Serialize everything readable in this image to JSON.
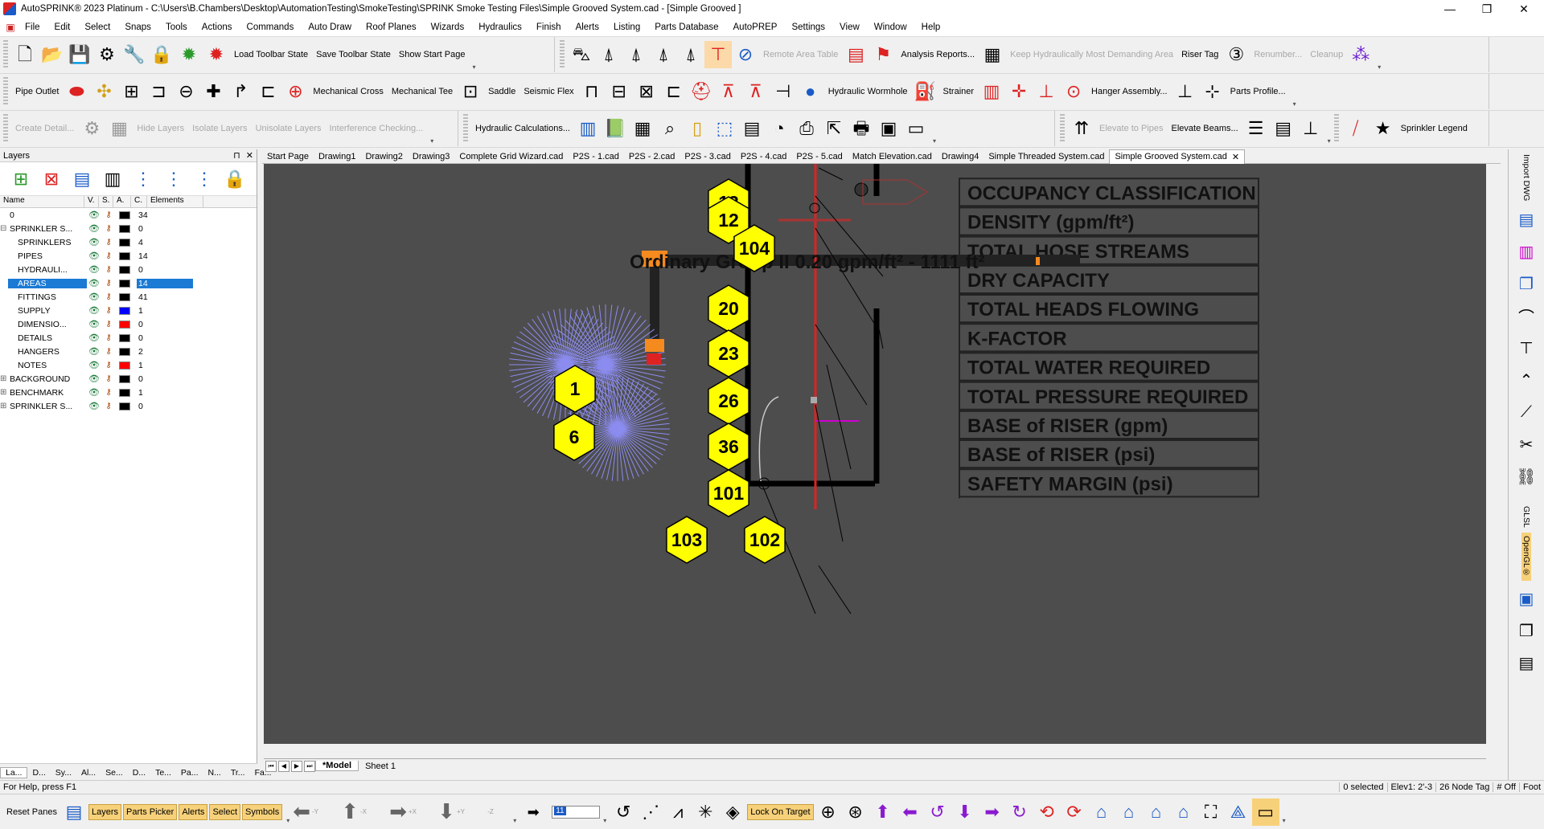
{
  "window": {
    "title": "AutoSPRINK® 2023 Platinum - C:\\Users\\B.Chambers\\Desktop\\AutomationTesting\\SmokeTesting\\SPRINK Smoke Testing Files\\Simple Grooved System.cad - [Simple Grooved ]",
    "minimize": "—",
    "maximize": "❐",
    "close": "✕"
  },
  "menu": [
    "File",
    "Edit",
    "Select",
    "Snaps",
    "Tools",
    "Actions",
    "Commands",
    "Auto Draw",
    "Roof Planes",
    "Wizards",
    "Hydraulics",
    "Finish",
    "Alerts",
    "Listing",
    "Parts Database",
    "AutoPREP",
    "Settings",
    "View",
    "Window",
    "Help"
  ],
  "toolbar1": {
    "load_state": "Load Toolbar State",
    "save_state": "Save Toolbar State",
    "show_start": "Show Start Page",
    "remote_area_table": "Remote Area Table",
    "analysis_reports": "Analysis Reports...",
    "keep_hydraulically": "Keep Hydraulically Most Demanding Area",
    "riser_tag": "Riser Tag",
    "renumber": "Renumber...",
    "cleanup": "Cleanup"
  },
  "toolbar2": {
    "pipe_outlet": "Pipe Outlet",
    "mechanical_cross": "Mechanical Cross",
    "mechanical_tee": "Mechanical Tee",
    "saddle": "Saddle",
    "seismic_flex": "Seismic Flex",
    "hydraulic_wormhole": "Hydraulic Wormhole",
    "strainer": "Strainer",
    "hanger_assembly": "Hanger Assembly...",
    "parts_profile": "Parts Profile..."
  },
  "toolbar3": {
    "create_detail": "Create Detail...",
    "hide_layers": "Hide Layers",
    "isolate_layers": "Isolate Layers",
    "unisolate_layers": "Unisolate Layers",
    "interference_checking": "Interference Checking...",
    "hydraulic_calculations": "Hydraulic Calculations...",
    "elevate_to_pipes": "Elevate to Pipes",
    "elevate_beams": "Elevate Beams...",
    "sprinkler_legend": "Sprinkler Legend"
  },
  "layers_panel": {
    "title": "Layers",
    "pin": "⊓",
    "close": "✕",
    "columns": [
      "Name",
      "V.",
      "S.",
      "A.",
      "C.",
      "Elements"
    ],
    "rows": [
      {
        "name": "0",
        "color": "#000000",
        "count": "34",
        "indent": 0,
        "expander": ""
      },
      {
        "name": "SPRINKLER S...",
        "color": "#000000",
        "count": "0",
        "indent": 0,
        "expander": "⊟"
      },
      {
        "name": "SPRINKLERS",
        "color": "#000000",
        "count": "4",
        "indent": 1,
        "expander": ""
      },
      {
        "name": "PIPES",
        "color": "#000000",
        "count": "14",
        "indent": 1,
        "expander": ""
      },
      {
        "name": "HYDRAULI...",
        "color": "#000000",
        "count": "0",
        "indent": 1,
        "expander": ""
      },
      {
        "name": "AREAS",
        "color": "#000000",
        "count": "14",
        "indent": 1,
        "expander": "",
        "selected": true
      },
      {
        "name": "FITTINGS",
        "color": "#000000",
        "count": "41",
        "indent": 1,
        "expander": ""
      },
      {
        "name": "SUPPLY",
        "color": "#0000ff",
        "count": "1",
        "indent": 1,
        "expander": ""
      },
      {
        "name": "DIMENSIO...",
        "color": "#ff0000",
        "count": "0",
        "indent": 1,
        "expander": ""
      },
      {
        "name": "DETAILS",
        "color": "#000000",
        "count": "0",
        "indent": 1,
        "expander": ""
      },
      {
        "name": "HANGERS",
        "color": "#000000",
        "count": "2",
        "indent": 1,
        "expander": ""
      },
      {
        "name": "NOTES",
        "color": "#ff0000",
        "count": "1",
        "indent": 1,
        "expander": ""
      },
      {
        "name": "BACKGROUND",
        "color": "#000000",
        "count": "0",
        "indent": 0,
        "expander": "⊞"
      },
      {
        "name": "BENCHMARK",
        "color": "#000000",
        "count": "1",
        "indent": 0,
        "expander": "⊞"
      },
      {
        "name": "SPRINKLER S...",
        "color": "#000000",
        "count": "0",
        "indent": 0,
        "expander": "⊞"
      }
    ],
    "bottom_tabs": [
      "La...",
      "D...",
      "Sy...",
      "Al...",
      "Se...",
      "D...",
      "Te...",
      "Pa...",
      "N...",
      "Tr...",
      "Fa..."
    ]
  },
  "doc_tabs": [
    "Start Page",
    "Drawing1",
    "Drawing2",
    "Drawing3",
    "Complete Grid Wizard.cad",
    "P2S - 1.cad",
    "P2S - 2.cad",
    "P2S - 3.cad",
    "P2S - 4.cad",
    "P2S - 5.cad",
    "Match Elevation.cad",
    "Drawing4",
    "Simple Threaded System.cad",
    "Simple Grooved System.cad"
  ],
  "doc_tab_close": "✕",
  "drawing": {
    "area_label": "Ordinary Group II 0.20 gpm/ft² - 1111 ft²",
    "legend": [
      "OCCUPANCY CLASSIFICATION",
      "DENSITY (gpm/ft²)",
      "TOTAL HOSE STREAMS",
      "DRY CAPACITY",
      "TOTAL HEADS FLOWING",
      "K-FACTOR",
      "TOTAL WATER REQUIRED",
      "TOTAL PRESSURE REQUIRED",
      "BASE of RISER (gpm)",
      "BASE of RISER (psi)",
      "SAFETY MARGIN (psi)"
    ],
    "nodes": [
      "13",
      "12",
      "104",
      "20",
      "23",
      "26",
      "36",
      "101",
      "103",
      "102",
      "1",
      "6"
    ]
  },
  "sheet_tabs": {
    "nav": [
      "⏮",
      "◀",
      "▶",
      "⏭"
    ],
    "tabs": [
      "*Model",
      "Sheet 1"
    ]
  },
  "right_strip": {
    "import_dwg": "Import DWG",
    "glsl": "GLSL",
    "opengl": "OpenGL®"
  },
  "status": {
    "help": "For Help, press F1",
    "selected": "0 selected",
    "elev": "Elev1: 2'-3",
    "node_tag": "26 Node Tag",
    "off": "# Off",
    "foot": "Foot"
  },
  "bottom": {
    "reset_panes": "Reset Panes",
    "panes": [
      "Layers",
      "Parts Picker",
      "Alerts",
      "Select",
      "Symbols"
    ],
    "axes": [
      "-Y",
      "-X",
      "+X",
      "+Y",
      "-Z"
    ],
    "zoom_value": "11",
    "lock_on_target": "Lock On Target"
  }
}
